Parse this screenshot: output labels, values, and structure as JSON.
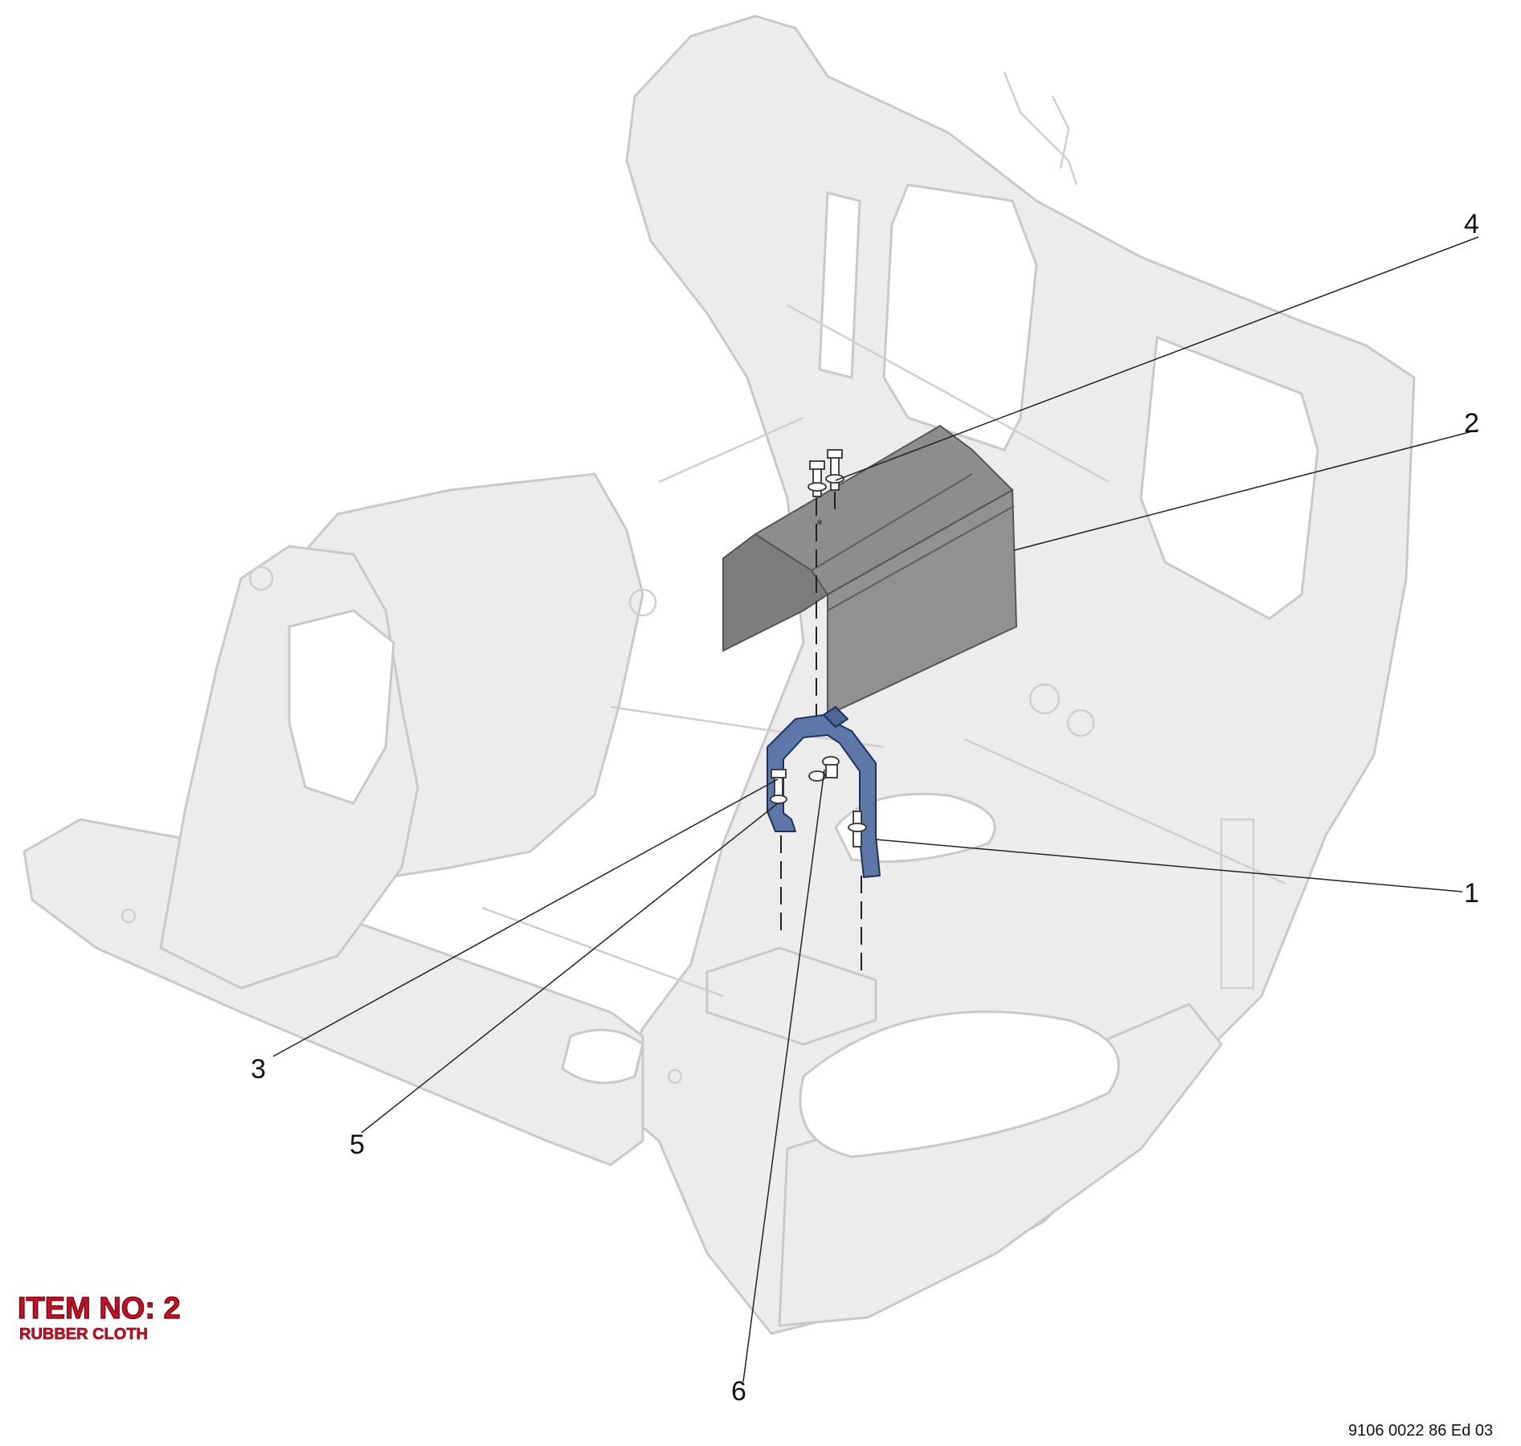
{
  "callouts": [
    "1",
    "2",
    "3",
    "4",
    "5",
    "6"
  ],
  "item": {
    "title": "ITEM NO: 2",
    "subtitle": "RUBBER CLOTH"
  },
  "doc_ref": "9106 0022 86 Ed 03",
  "colors": {
    "frame_fill": "#ececec",
    "frame_stroke": "#c9c9c9",
    "cover_fill": "#919191",
    "cover_dark": "#6e6e6e",
    "bracket_fill": "#5d78a8",
    "item_text": "#c8102e"
  }
}
